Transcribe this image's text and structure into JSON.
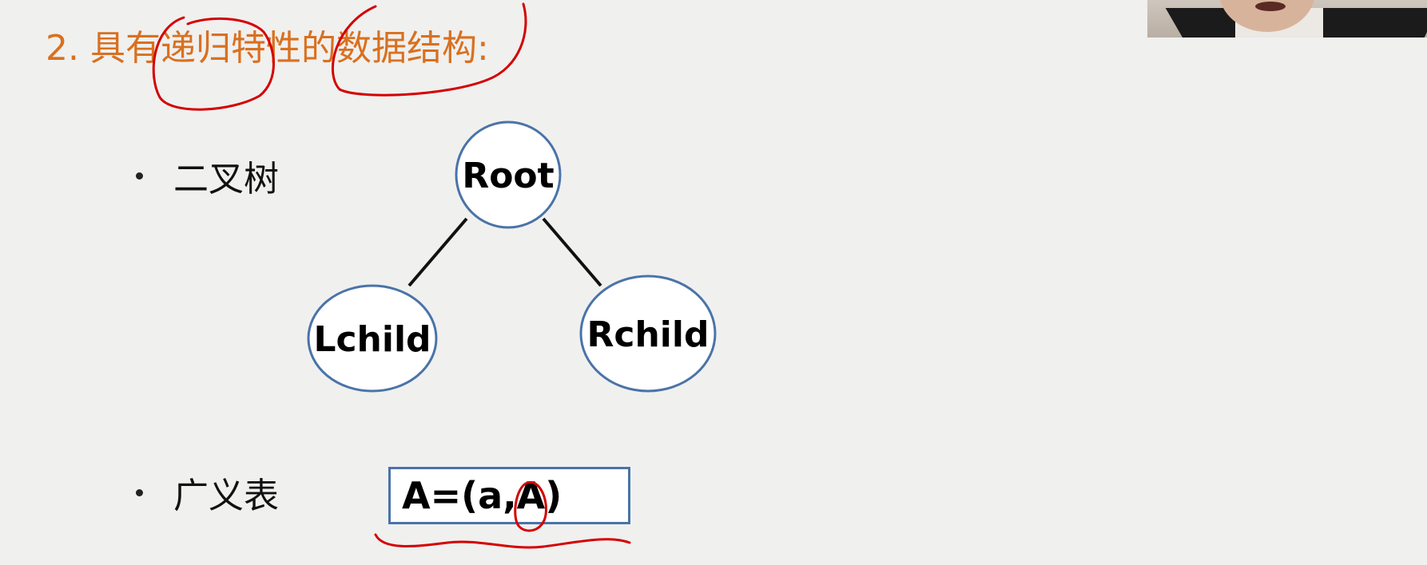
{
  "slide": {
    "title": "2. 具有递归特性的数据结构:",
    "title_color": "#d9701f",
    "bullets": [
      {
        "text": "二叉树"
      },
      {
        "text": "广义表"
      }
    ],
    "tree": {
      "root": "Root",
      "left": "Lchild",
      "right": "Rchild",
      "node_border_color": "#4a73a8"
    },
    "general_list": {
      "expression": "A=(a,A)",
      "border_color": "#4a73a8"
    },
    "annotation_color": "#d40000"
  },
  "webcam": {
    "label": "presenter-webcam"
  }
}
